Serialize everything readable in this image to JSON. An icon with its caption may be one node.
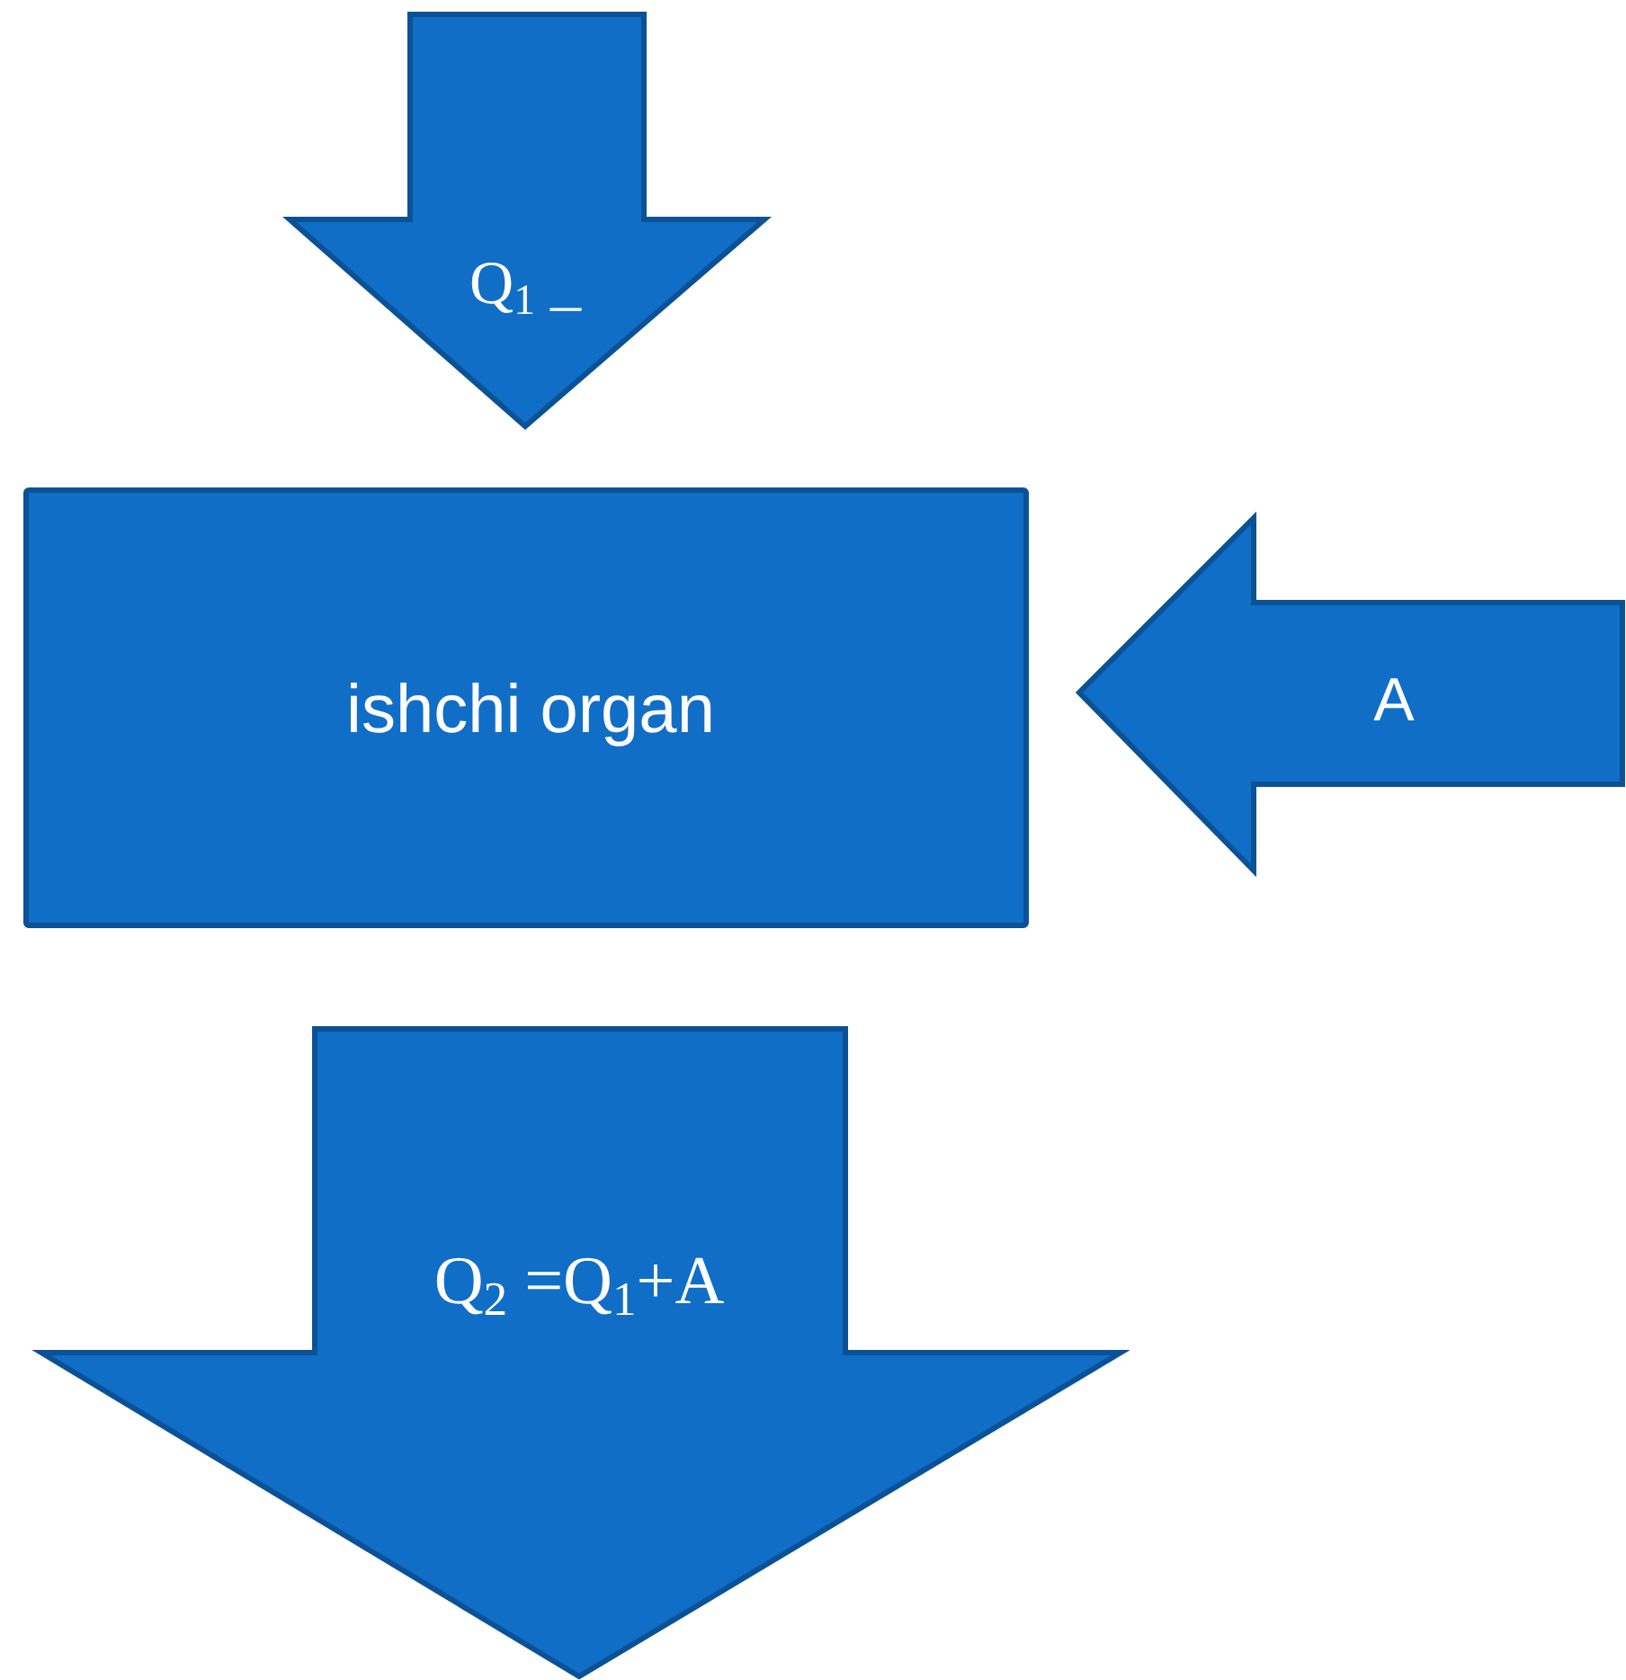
{
  "diagram": {
    "nodes": [
      {
        "text": [
          "Q$_{1}$ _"
        ]
      },
      {
        "text": [
          "ishchi organ"
        ]
      },
      {
        "text": [
          "A"
        ]
      },
      {
        "text": [
          "Q$_{2}$ =Q$_{1}$+A"
        ]
      }
    ]
  }
}
